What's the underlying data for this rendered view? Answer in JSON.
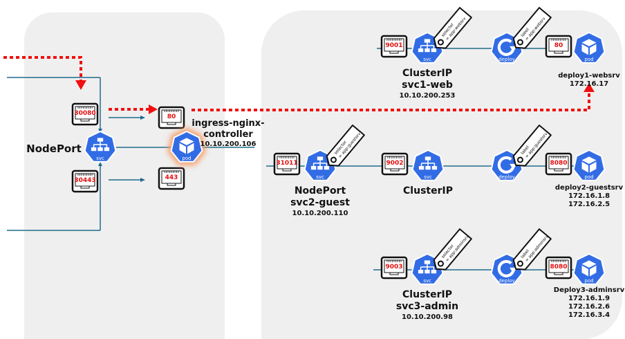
{
  "colors": {
    "k8s_blue": "#326ce5",
    "link": "#1f6b8a",
    "traffic": "#f01010",
    "panel": "#efefef",
    "glow": "#f4a070"
  },
  "left": {
    "nodeport_label": "NodePort",
    "svc_label": "svc",
    "node_ports": [
      "30080",
      "30443"
    ],
    "ingress_ports": [
      "80",
      "443"
    ],
    "pod_label": "pod",
    "ingress_name_line1": "ingress-nginx-",
    "ingress_name_line2": "controller",
    "ingress_ip": "10.10.200.106"
  },
  "rows": [
    {
      "services": [
        {
          "port": "9001",
          "icon_label": "svc",
          "type": "ClusterIP",
          "name": "svc1-web",
          "ip": "10.10.200.253",
          "tag": {
            "line1": "selector",
            "line2": "= app:websrv"
          }
        }
      ],
      "deploy": {
        "icon_label": "deploy",
        "tag": {
          "line1": "label",
          "line2": "= app:websrv"
        }
      },
      "pod": {
        "port": "80",
        "icon_label": "pod",
        "name": "deploy1-websrv",
        "ips": [
          "172.16.17"
        ]
      }
    },
    {
      "services": [
        {
          "port": "31011",
          "icon_label": "svc",
          "type": "NodePort",
          "name": "svc2-guest",
          "ip": "10.10.200.110",
          "tag": {
            "line1": "selector",
            "line2": "= app:guestsrv"
          }
        },
        {
          "port": "9002",
          "icon_label": "svc",
          "type": "ClusterIP"
        }
      ],
      "deploy": {
        "icon_label": "deploy",
        "tag": {
          "line1": "label",
          "line2": "= app:guestsrv"
        }
      },
      "pod": {
        "port": "8080",
        "icon_label": "pod",
        "name": "deploy2-guestsrv",
        "ips": [
          "172.16.1.8",
          "172.16.2.5"
        ]
      }
    },
    {
      "services": [
        {
          "port": "9003",
          "icon_label": "svc",
          "type": "ClusterIP",
          "name": "svc3-admin",
          "ip": "10.10.200.98",
          "tag": {
            "line1": "selector",
            "line2": "= app:adminsrv"
          }
        }
      ],
      "deploy": {
        "icon_label": "deploy",
        "tag": {
          "line1": "label",
          "line2": "= app:adminsrv"
        }
      },
      "pod": {
        "port": "8080",
        "icon_label": "pod",
        "name": "Deploy3-adminsrv",
        "ips": [
          "172.16.1.9",
          "172.16.2.6",
          "172.16.3.4"
        ]
      }
    }
  ]
}
